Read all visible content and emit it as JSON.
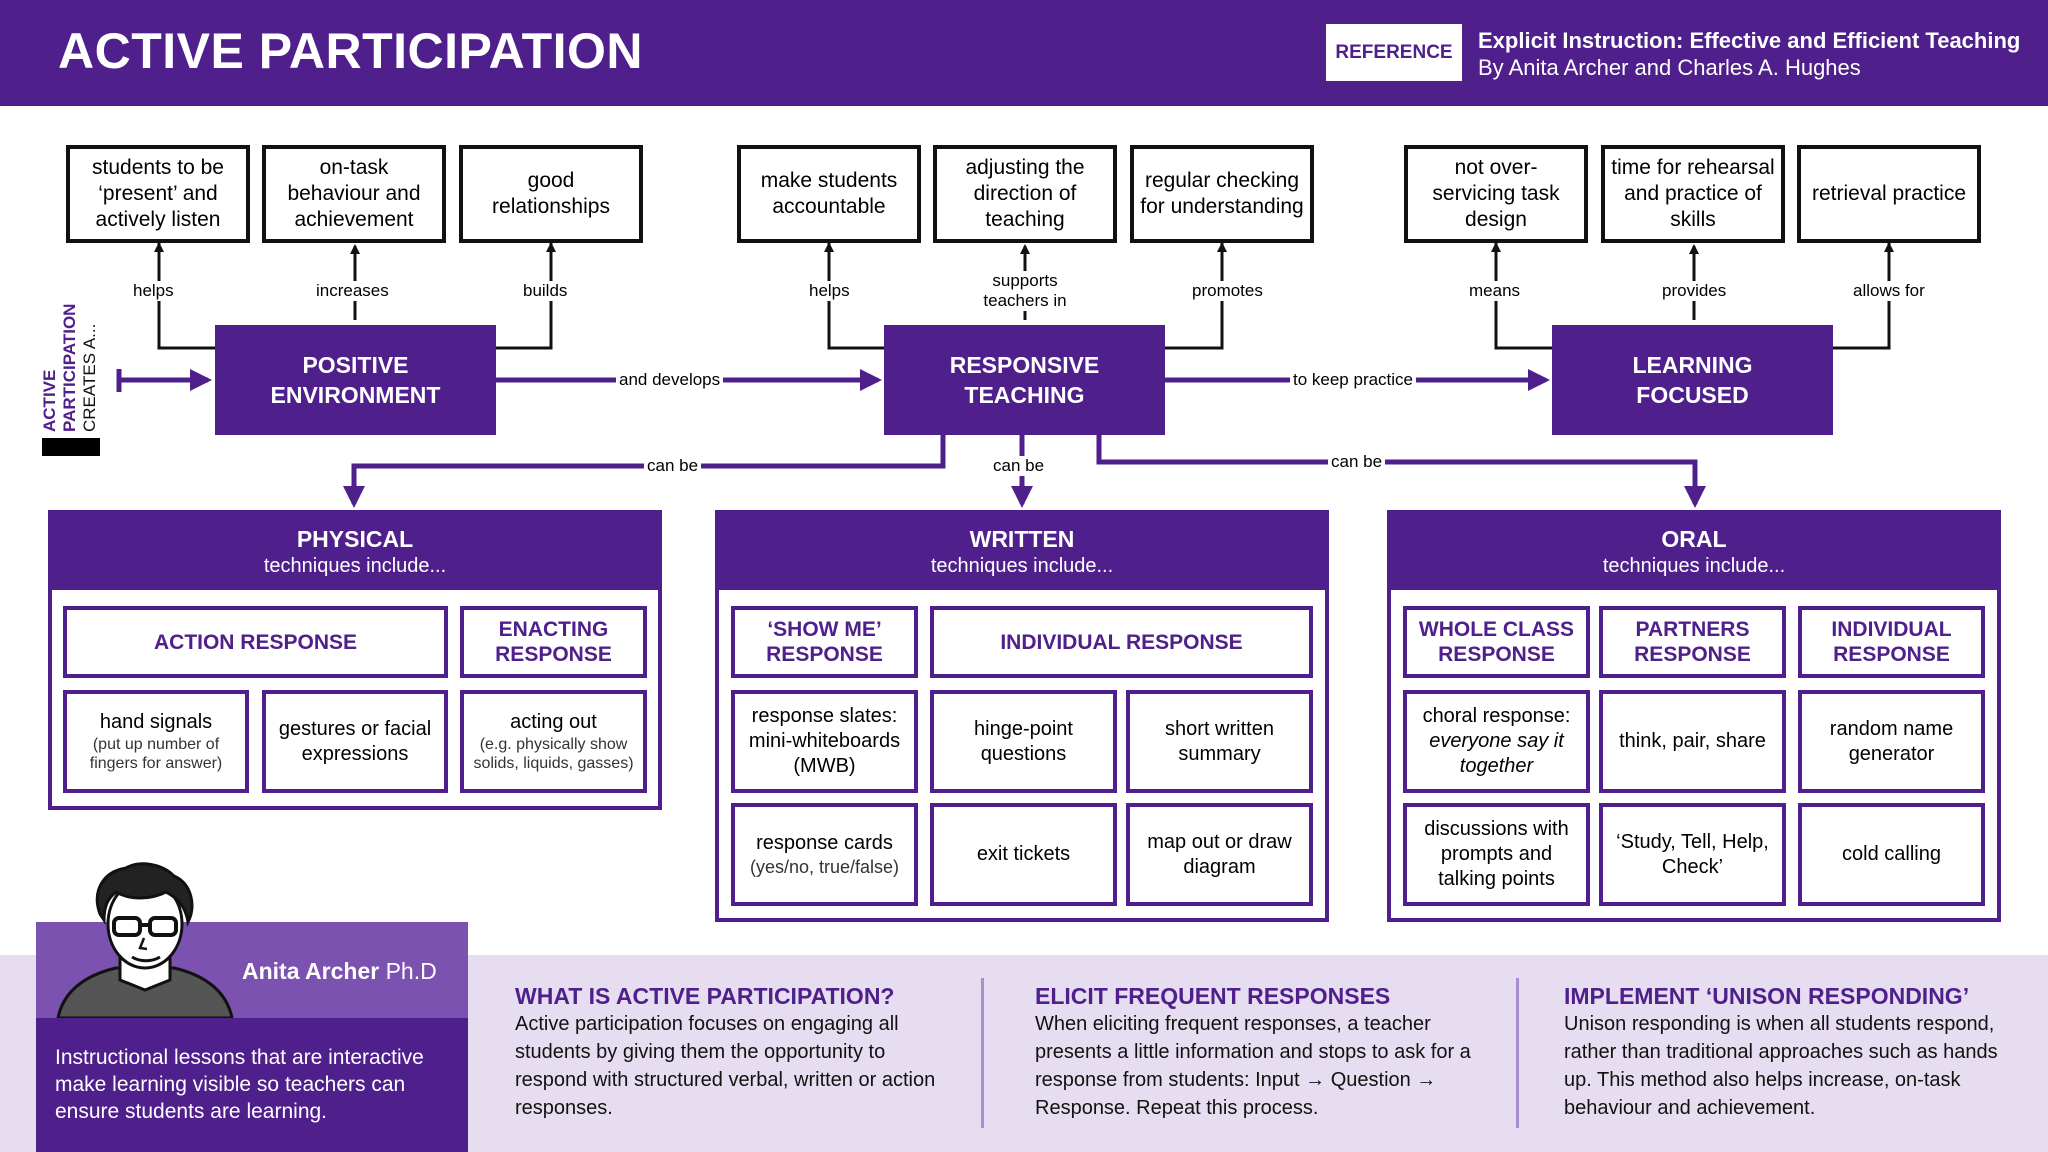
{
  "header": {
    "title": "ACTIVE PARTICIPATION",
    "badge": "REFERENCE",
    "ref_title": "Explicit Instruction: Effective and Efficient Teaching",
    "ref_authors": "By Anita Archer and Charles A. Hughes"
  },
  "side_label": {
    "line1": "ACTIVE",
    "line2": "PARTICIPATION",
    "line3": "CREATES A..."
  },
  "hubs": {
    "positive": {
      "line1": "POSITIVE",
      "line2": "ENVIRONMENT"
    },
    "responsive": {
      "line1": "RESPONSIVE",
      "line2": "TEACHING"
    },
    "learning": {
      "line1": "LEARNING",
      "line2": "FOCUSED"
    }
  },
  "connectors": {
    "and_develops": "and develops",
    "to_keep_practice": "to keep practice",
    "can_be_left": "can be",
    "can_be_center": "can be",
    "can_be_right": "can be"
  },
  "outcomes": {
    "positive": [
      {
        "label": "helps",
        "text": "students to be ‘present’ and actively listen"
      },
      {
        "label": "increases",
        "text": "on-task behaviour and achievement"
      },
      {
        "label": "builds",
        "text": "good relationships"
      }
    ],
    "responsive": [
      {
        "label": "helps",
        "text": "make students accountable"
      },
      {
        "label": "supports teachers in",
        "text": "adjusting the direction of teaching"
      },
      {
        "label": "promotes",
        "text": "regular checking for understanding"
      }
    ],
    "learning": [
      {
        "label": "means",
        "text": "not over-servicing task design"
      },
      {
        "label": "provides",
        "text": "time for rehearsal and practice of skills"
      },
      {
        "label": "allows for",
        "text": "retrieval practice"
      }
    ]
  },
  "panels": {
    "physical": {
      "title": "PHYSICAL",
      "subtitle": "techniques include...",
      "headers": [
        "ACTION RESPONSE",
        "ENACTING RESPONSE"
      ],
      "cells": [
        {
          "main": "hand signals",
          "note": "(put up number of fingers for answer)"
        },
        {
          "main": "gestures or facial expressions"
        },
        {
          "main": "acting out",
          "note": "(e.g. physically show solids, liquids, gasses)"
        }
      ]
    },
    "written": {
      "title": "WRITTEN",
      "subtitle": "techniques include...",
      "headers": [
        "‘SHOW ME’ RESPONSE",
        "INDIVIDUAL RESPONSE"
      ],
      "cells": [
        {
          "main": "response slates: mini-whiteboards (MWB)"
        },
        {
          "main": "hinge-point questions"
        },
        {
          "main": "short written summary"
        },
        {
          "main": "response cards",
          "note": "(yes/no, true/false)"
        },
        {
          "main": "exit tickets"
        },
        {
          "main": "map out or draw diagram"
        }
      ]
    },
    "oral": {
      "title": "ORAL",
      "subtitle": "techniques include...",
      "headers": [
        "WHOLE CLASS RESPONSE",
        "PARTNERS RESPONSE",
        "INDIVIDUAL RESPONSE"
      ],
      "cells": [
        {
          "main": "choral response:",
          "italic": "everyone say it together"
        },
        {
          "main": "think, pair, share"
        },
        {
          "main": "random name generator"
        },
        {
          "main": "discussions with prompts and talking points"
        },
        {
          "main": "‘Study, Tell, Help, Check’"
        },
        {
          "main": "cold calling"
        }
      ]
    }
  },
  "person": {
    "name": "Anita Archer",
    "suffix": " Ph.D",
    "quote": "Instructional lessons that are interactive make learning visible so teachers can ensure students are learning."
  },
  "info": [
    {
      "title": "WHAT IS ACTIVE PARTICIPATION?",
      "body": "Active participation focuses on engaging all students by giving them the opportunity to respond with structured verbal, written or action responses."
    },
    {
      "title": "ELICIT FREQUENT RESPONSES",
      "body": "When eliciting frequent responses, a teacher presents a little information and stops to ask for a response from students: Input → Question → Response. Repeat this process."
    },
    {
      "title": "IMPLEMENT ‘UNISON RESPONDING’",
      "body": "Unison responding is when all students respond, rather than traditional approaches such as hands up. This method also helps increase, on-task behaviour and achievement."
    }
  ],
  "colors": {
    "brand": "#4f208c",
    "accent_light": "#e6def0",
    "mid": "#7c52b0"
  },
  "icons": {
    "portrait": "person-portrait-icon"
  }
}
